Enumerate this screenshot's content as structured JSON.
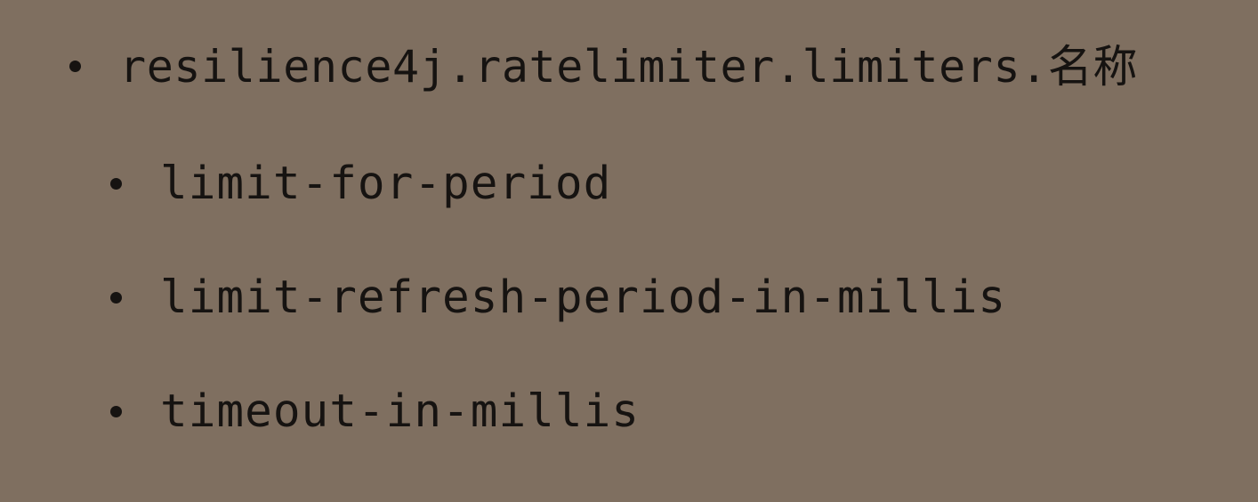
{
  "slide": {
    "items": [
      {
        "level": 1,
        "text": "resilience4j.ratelimiter.limiters.名称"
      },
      {
        "level": 2,
        "text": "limit-for-period"
      },
      {
        "level": 2,
        "text": "limit-refresh-period-in-millis"
      },
      {
        "level": 2,
        "text": "timeout-in-millis"
      }
    ]
  },
  "colors": {
    "background": "#7f6f60",
    "text": "#161311"
  }
}
